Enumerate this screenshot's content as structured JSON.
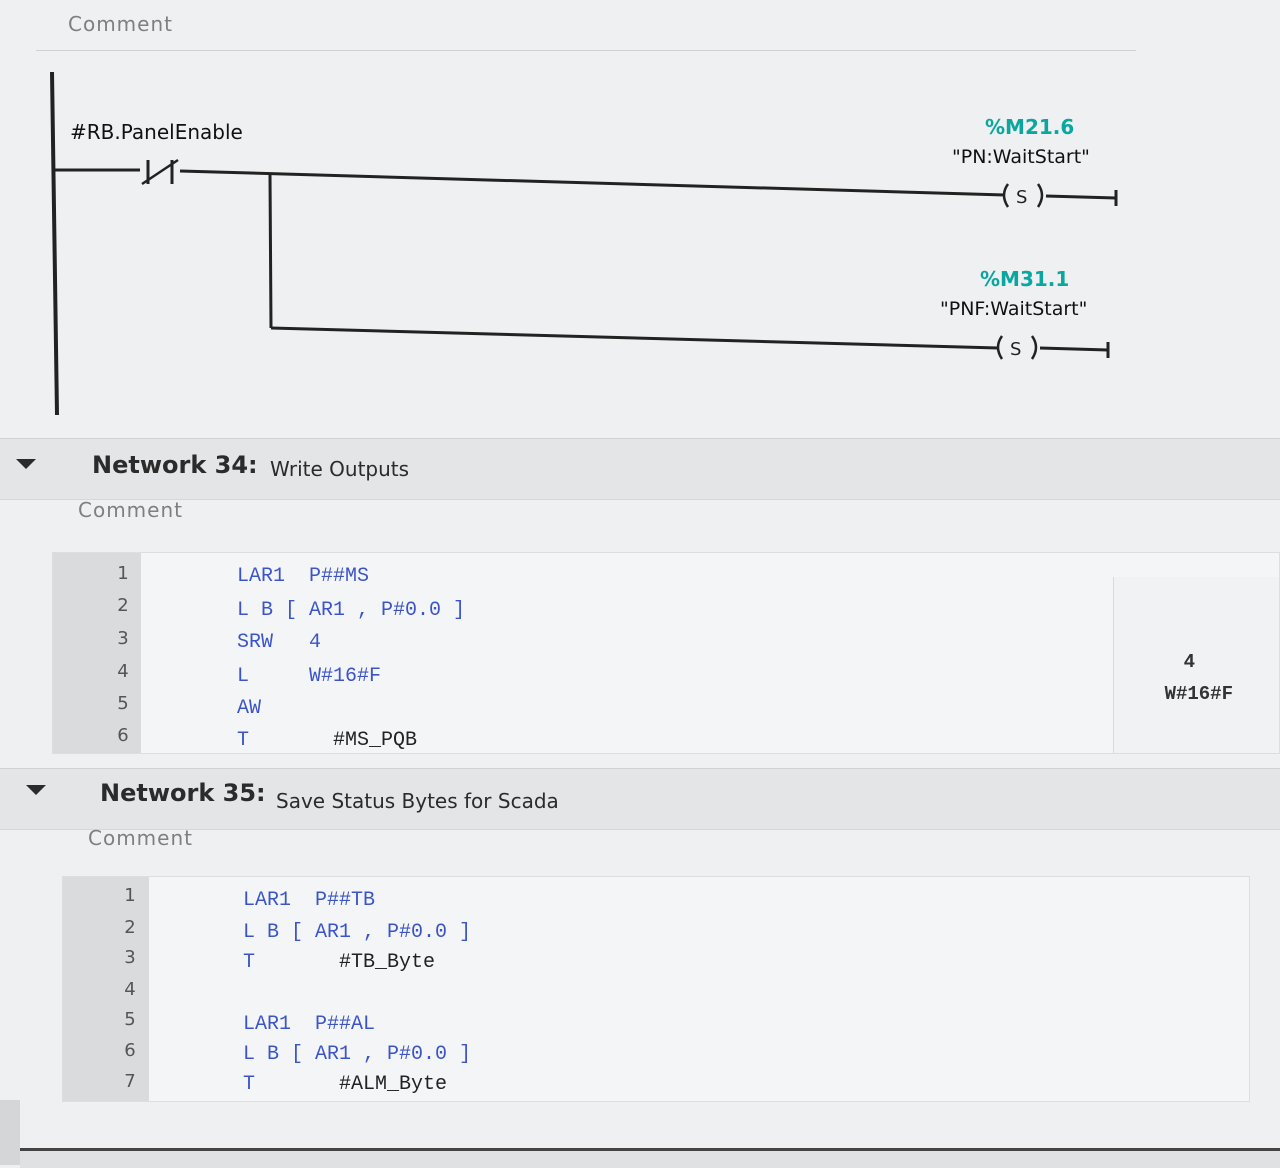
{
  "network33": {
    "comment": "Comment",
    "contact": {
      "operand": "#RB.PanelEnable"
    },
    "coils": [
      {
        "address": "%M21.6",
        "symbol": "\"PN:WaitStart\"",
        "type": "S"
      },
      {
        "address": "%M31.1",
        "symbol": "\"PNF:WaitStart\"",
        "type": "S"
      }
    ]
  },
  "network34": {
    "title": "Network 34:",
    "description": "Write Outputs",
    "comment": "Comment",
    "lines": [
      {
        "n": "1",
        "op": "LAR1",
        "arg": "  P##MS"
      },
      {
        "n": "2",
        "op": "L B [ AR1 , P#0.0 ]",
        "arg": ""
      },
      {
        "n": "3",
        "op": "SRW",
        "arg": "   4"
      },
      {
        "n": "4",
        "op": "L",
        "arg": "     W#16#F"
      },
      {
        "n": "5",
        "op": "AW",
        "arg": ""
      },
      {
        "n": "6",
        "op": "T",
        "arg": "       #MS_PQB"
      }
    ],
    "side_values": [
      "4",
      "W#16#F"
    ]
  },
  "network35": {
    "title": "Network 35:",
    "description": "Save Status Bytes for Scada",
    "comment": "Comment",
    "lines": [
      {
        "n": "1",
        "op": "LAR1",
        "arg": "  P##TB"
      },
      {
        "n": "2",
        "op": "L B [ AR1 , P#0.0 ]",
        "arg": ""
      },
      {
        "n": "3",
        "op": "T",
        "arg": "       #TB_Byte"
      },
      {
        "n": "4",
        "op": "",
        "arg": ""
      },
      {
        "n": "5",
        "op": "LAR1",
        "arg": "  P##AL"
      },
      {
        "n": "6",
        "op": "L B [ AR1 , P#0.0 ]",
        "arg": ""
      },
      {
        "n": "7",
        "op": "T",
        "arg": "       #ALM_Byte"
      }
    ]
  }
}
